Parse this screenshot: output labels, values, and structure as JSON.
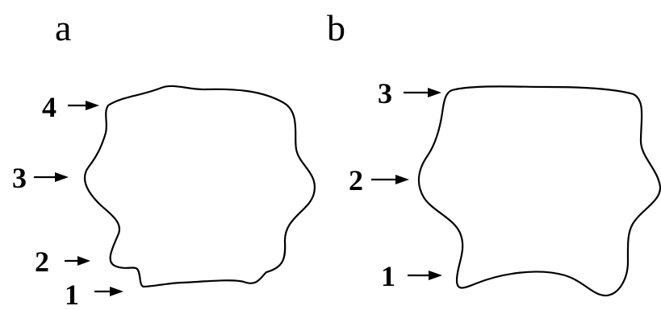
{
  "panels": [
    {
      "label": "a",
      "markers": [
        "4",
        "3",
        "2",
        "1"
      ]
    },
    {
      "label": "b",
      "markers": [
        "3",
        "2",
        "1"
      ]
    }
  ]
}
